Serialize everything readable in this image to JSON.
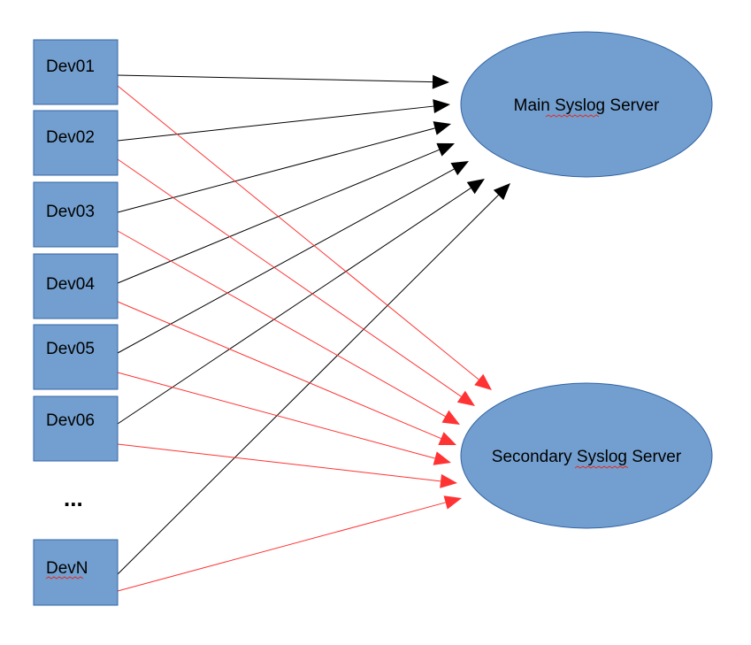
{
  "devices": [
    {
      "id": "dev01",
      "label": "Dev01"
    },
    {
      "id": "dev02",
      "label": "Dev02"
    },
    {
      "id": "dev03",
      "label": "Dev03"
    },
    {
      "id": "dev04",
      "label": "Dev04"
    },
    {
      "id": "dev05",
      "label": "Dev05"
    },
    {
      "id": "dev06",
      "label": "Dev06"
    },
    {
      "id": "devn",
      "label": "DevN",
      "spellcheck_marked": true
    }
  ],
  "ellipsis": "...",
  "servers": {
    "main": {
      "label_parts": [
        "Main ",
        "Syslog",
        " Server"
      ]
    },
    "secondary": {
      "label_parts": [
        "Secondary ",
        "Syslog",
        " Server"
      ]
    }
  },
  "connections": {
    "to_main": {
      "color": "#000000",
      "from": [
        "dev01",
        "dev02",
        "dev03",
        "dev04",
        "dev05",
        "dev06",
        "devn"
      ]
    },
    "to_secondary": {
      "color": "#ff3333",
      "from": [
        "dev01",
        "dev02",
        "dev03",
        "dev04",
        "dev05",
        "dev06",
        "devn"
      ]
    }
  },
  "colors": {
    "node_fill": "#729fcf",
    "node_stroke": "#3465a4",
    "spellcheck_underline": "#e0302a"
  }
}
